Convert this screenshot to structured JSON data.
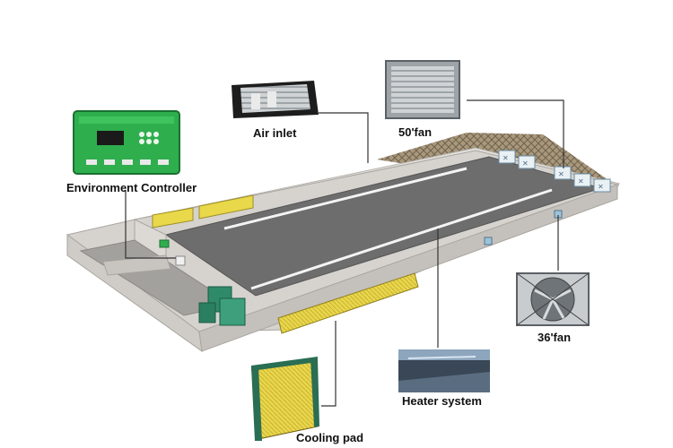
{
  "labels": {
    "air_inlet": "Air inlet",
    "fan_50": "50'fan",
    "environment_controller": "Environment Controller",
    "fan_36": "36'fan",
    "heater_system": "Heater system",
    "cooling_pad": "Cooling pad"
  },
  "colors": {
    "building_wall": "#d9d6d2",
    "floor": "#6f6f6f",
    "cooling_pad": "#e8d84a",
    "controller": "#2fae4e",
    "roof_mesh": "#8b7a5e",
    "leader_line": "#333333",
    "tank": "#2f8a6a"
  },
  "icons": [
    "air-inlet-icon",
    "fan-50-icon",
    "environment-controller-icon",
    "fan-36-icon",
    "heater-system-icon",
    "cooling-pad-icon"
  ]
}
